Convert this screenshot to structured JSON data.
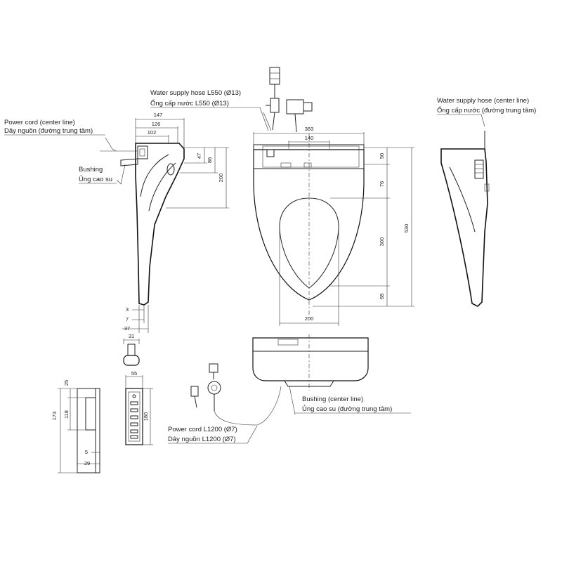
{
  "labels": {
    "water_hose_en": "Water supply hose L550 (Ø13)",
    "water_hose_vi": "Ống cấp nước L550 (Ø13)",
    "water_center_en": "Water supply hose (center line)",
    "water_center_vi": "Ống cấp nước (đường trung tâm)",
    "power_center_en": "Power cord (center line)",
    "power_center_vi": "Dây nguồn (đường trung tâm)",
    "bushing_en": "Bushing",
    "bushing_vi": "Ủng cao su",
    "bushing_center_en": "Bushing (center line)",
    "bushing_center_vi": "Ủng cao su (đường trung tâm)",
    "power_cord_en": "Power cord L1200 (Ø7)",
    "power_cord_vi": "Dây nguồn L1200 (Ø7)"
  },
  "dimensions": {
    "d147": "147",
    "d126": "126",
    "d102": "102",
    "d47": "47",
    "d86": "86",
    "d200_side": "200",
    "d3": "3",
    "d7": "7",
    "d37": "37",
    "d31": "31",
    "d383": "383",
    "d140": "140",
    "d50": "50",
    "d76": "76",
    "d300": "300",
    "d68": "68",
    "d530": "530",
    "d200_bottom": "200",
    "d25": "25",
    "d173": "173",
    "d118": "118",
    "d5": "5",
    "d29": "29",
    "d55": "55",
    "d180": "180"
  }
}
